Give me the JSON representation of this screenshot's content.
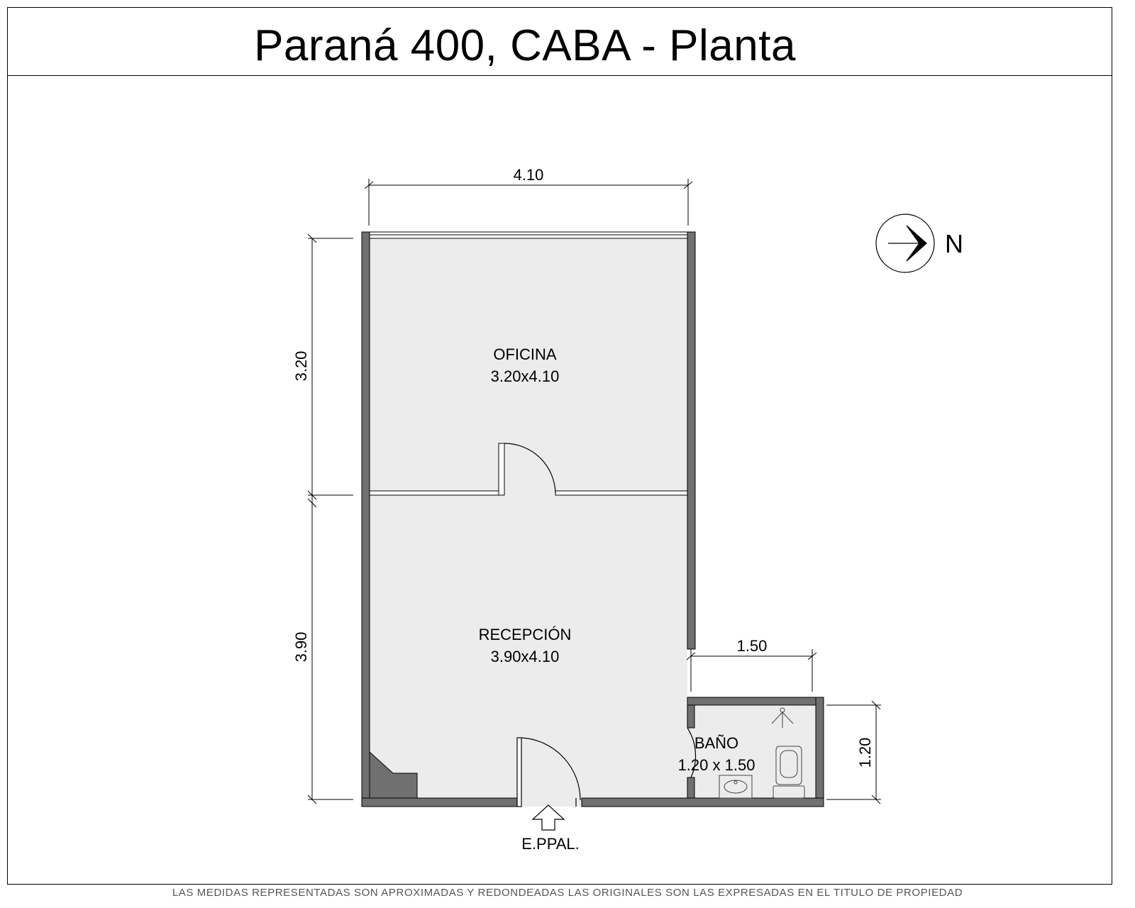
{
  "title": "Paraná 400, CABA - Planta",
  "rooms": [
    {
      "name": "OFICINA",
      "size": "3.20x4.10"
    },
    {
      "name": "RECEPCIÓN",
      "size": "3.90x4.10"
    },
    {
      "name": "BAÑO",
      "size": "1.20 x 1.50"
    }
  ],
  "dimensions": {
    "overall_width": "4.10",
    "oficina_depth": "3.20",
    "recepcion_depth": "3.90",
    "bano_width": "1.50",
    "bano_depth": "1.20"
  },
  "entrance_label": "E.PPAL.",
  "north_label": "N",
  "disclaimer": "LAS MEDIDAS REPRESENTADAS SON APROXIMADAS Y REDONDEADAS LAS ORIGINALES SON LAS EXPRESADAS EN EL TITULO DE PROPIEDAD",
  "colors": {
    "wall": "#707070",
    "floor": "#ececec",
    "line": "#000000"
  }
}
